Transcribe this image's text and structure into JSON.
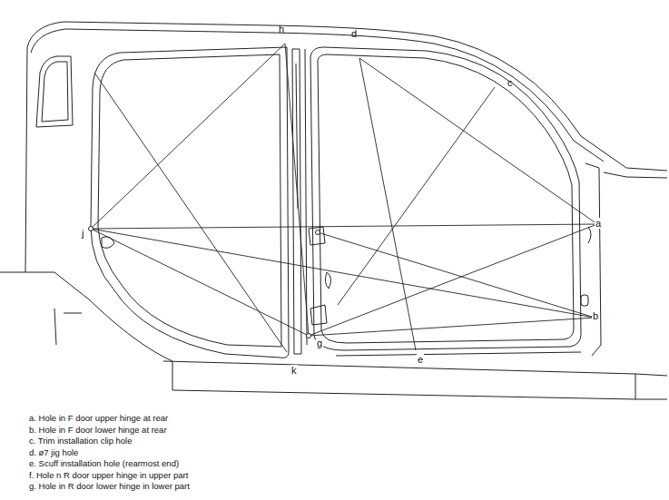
{
  "diagram": {
    "labels": [
      "h",
      "d",
      "c",
      "a",
      "j",
      "b",
      "g",
      "k",
      "e",
      "a. Hole in F door upper hinge at rear",
      "b. Hole in F door lower hinge at rear",
      "c. Trim installation clip hole",
      "d. ø7 jig hole",
      "e. Scuff installation hole (rearmost end)",
      "f. Hole n R door upper hinge in upper part",
      "g. Hole in R door lower hinge in lower part"
    ]
  }
}
